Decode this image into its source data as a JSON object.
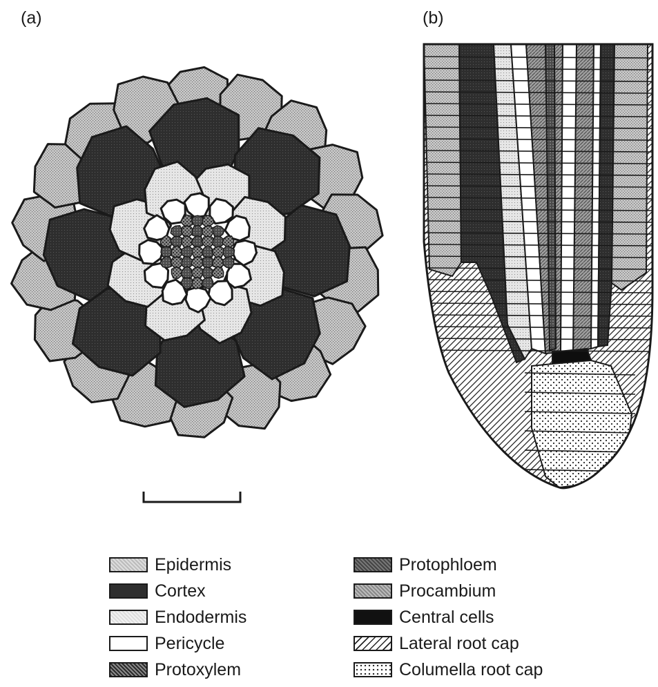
{
  "panels": {
    "a_label": "(a)",
    "b_label": "(b)"
  },
  "legend": [
    {
      "label": "Epidermis",
      "pattern": "epidermis"
    },
    {
      "label": "Cortex",
      "pattern": "cortex"
    },
    {
      "label": "Endodermis",
      "pattern": "endodermis"
    },
    {
      "label": "Pericycle",
      "pattern": "pericycle"
    },
    {
      "label": "Protoxylem",
      "pattern": "protoxylem"
    },
    {
      "label": "Protophloem",
      "pattern": "protophloem"
    },
    {
      "label": "Procambium",
      "pattern": "procambium"
    },
    {
      "label": "Central cells",
      "pattern": "central"
    },
    {
      "label": "Lateral root cap",
      "pattern": "lateral"
    },
    {
      "label": "Columella root cap",
      "pattern": "columella"
    }
  ]
}
